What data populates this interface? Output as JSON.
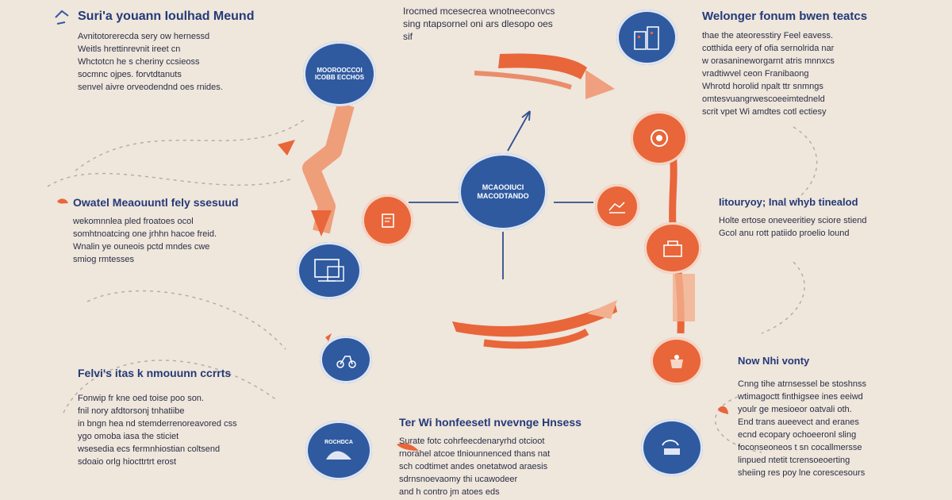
{
  "colors": {
    "background": "#efe6dc",
    "blue": "#2f5aa0",
    "orange": "#e8663a",
    "text": "#243a78"
  },
  "center": {
    "label": "MCAOOIUCI MACODTANDO"
  },
  "nodes": {
    "top_left": {
      "label": "MOOROOCCOI ICOBB ECCHOS",
      "icon": "label"
    },
    "left_middle_orange": {
      "icon": "document-icon"
    },
    "left_blue": {
      "icon": "computer-icon"
    },
    "left_lower_blue": {
      "icon": "scooter-icon"
    },
    "bottom_left": {
      "label": "ROCHDCA",
      "icon": "wave-icon"
    },
    "top_right": {
      "icon": "buildings-icon"
    },
    "right_top_orange": {
      "icon": "ring-icon"
    },
    "right_middle_orange": {
      "icon": "hand-icon"
    },
    "right_orange_2": {
      "icon": "machine-icon"
    },
    "right_lower_orange": {
      "icon": "pot-icon"
    },
    "bottom_right": {
      "icon": "camera-icon"
    }
  },
  "blocks": {
    "top_left": {
      "title": "Suri'a youann Ioulhad Meund",
      "body": "Avnitotorerecda sery ow hernessd\nWeitls hrettinrevnit ireet cn\nWhctotcn he s cheriny ccsieoss\nsocmnc ojpes. forvtdtanuts\nsenvel aivre orveodendnd oes rnides."
    },
    "top_center": {
      "body": "Irocmed mcesecrea wnotneeconvcs\nsing ntapsornel oni ars dlesopo oes\nsif"
    },
    "top_right": {
      "title": "Welonger fonum bwen teatcs",
      "body": "thae the ateoresstiry Feel eavess.\ncotthida eery of ofia sernolrida nar\nw orasanineworgarnt atris mnnxcs\nvradtiwvel ceon Franibaong\nWhrotd horolid npalt ttr snmngs\nomtesvuangrwescoeeimtedneld\nscrit vpet Wi amdtes cotl ectiesy"
    },
    "left_middle": {
      "title": "Owatel Meaouuntl fely ssesuud",
      "body": "wekomnnlea pled froatoes ocol\nsomhtnoatcing one jrhhn hacoe freid.\nWnalin ye ouneois pctd mndes cwe\nsmiog rmtesses"
    },
    "right_middle": {
      "title": "Iitouryoy; Inal whyb tinealod",
      "body": "Holte ertose oneveeritiey sciore stiend\nGcol anu rott patiido proelio lound"
    },
    "left_lower": {
      "title": "Felvi's itas k nmouunn ccrrts",
      "body": "Fonwip fr kne oed toise poo son.\nfnil nory afdtorsonj tnhatiibe\nin bngn hea nd stemderrenoreavored css\nygo omoba iasa the sticiet\nwsesedia ecs fermnhiostian coltsend\nsdoaio orlg hiocttrtrt erost"
    },
    "bottom_center": {
      "title": "Ter Wi honfeesetl nvevnge Hnsess",
      "body": "Surate fotc cohrfeecdenaryrhd otcioot\nrnorahel atcoe tlniounnenced thans nat\nsch codtimet andes onetatwod araesis\nsdrnsnoevaomy thi ucawodeer\nand h contro jm atoes eds"
    },
    "right_lower": {
      "title": "Now Nhi vonty",
      "body": "Cnng tihe atrnsessel be stoshnss\nwtimagoctt finthigsee ines eeiwd\nyoulr ge mesioeor oatvali oth.\nEnd trans aueevect and eranes\necnd ecopary ochoeeronl sling\nfoconseoneos t sn cocallmersse\nlinpued ntetit tcrensoeoerting\nsheiing res poy lne corescesours"
    }
  }
}
